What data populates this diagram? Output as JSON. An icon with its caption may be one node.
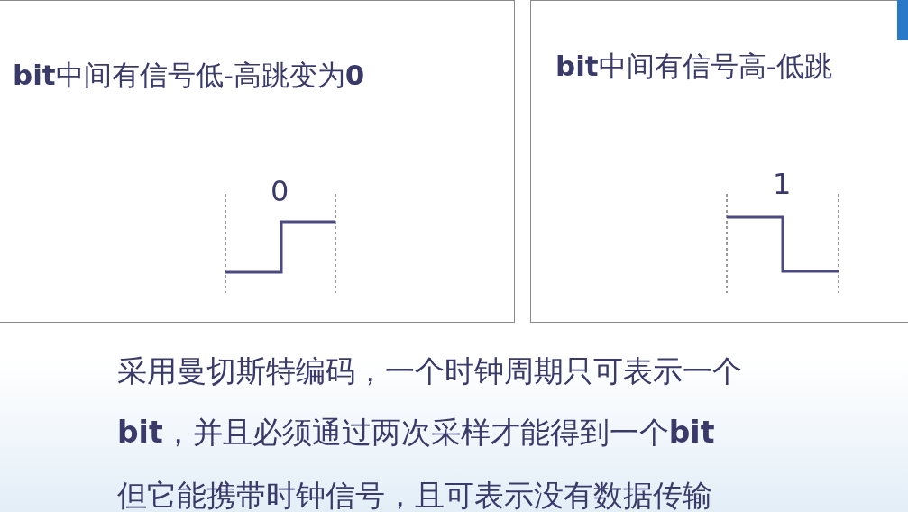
{
  "diagram": {
    "nodes": [
      {
        "text": [
          "**bit**中间有信号低-高跳变为**0**"
        ]
      },
      {
        "text": [
          "**bit**中间有信号高-低跳"
        ]
      }
    ],
    "labels": [
      "0",
      "1",
      "采用曼切斯特编码，一个时钟周期只可表示一个",
      "**bit**，并且必须通过两次采样才能得到一个**bit**",
      "但它能携带时钟信号，且可表示没有数据传输"
    ]
  }
}
